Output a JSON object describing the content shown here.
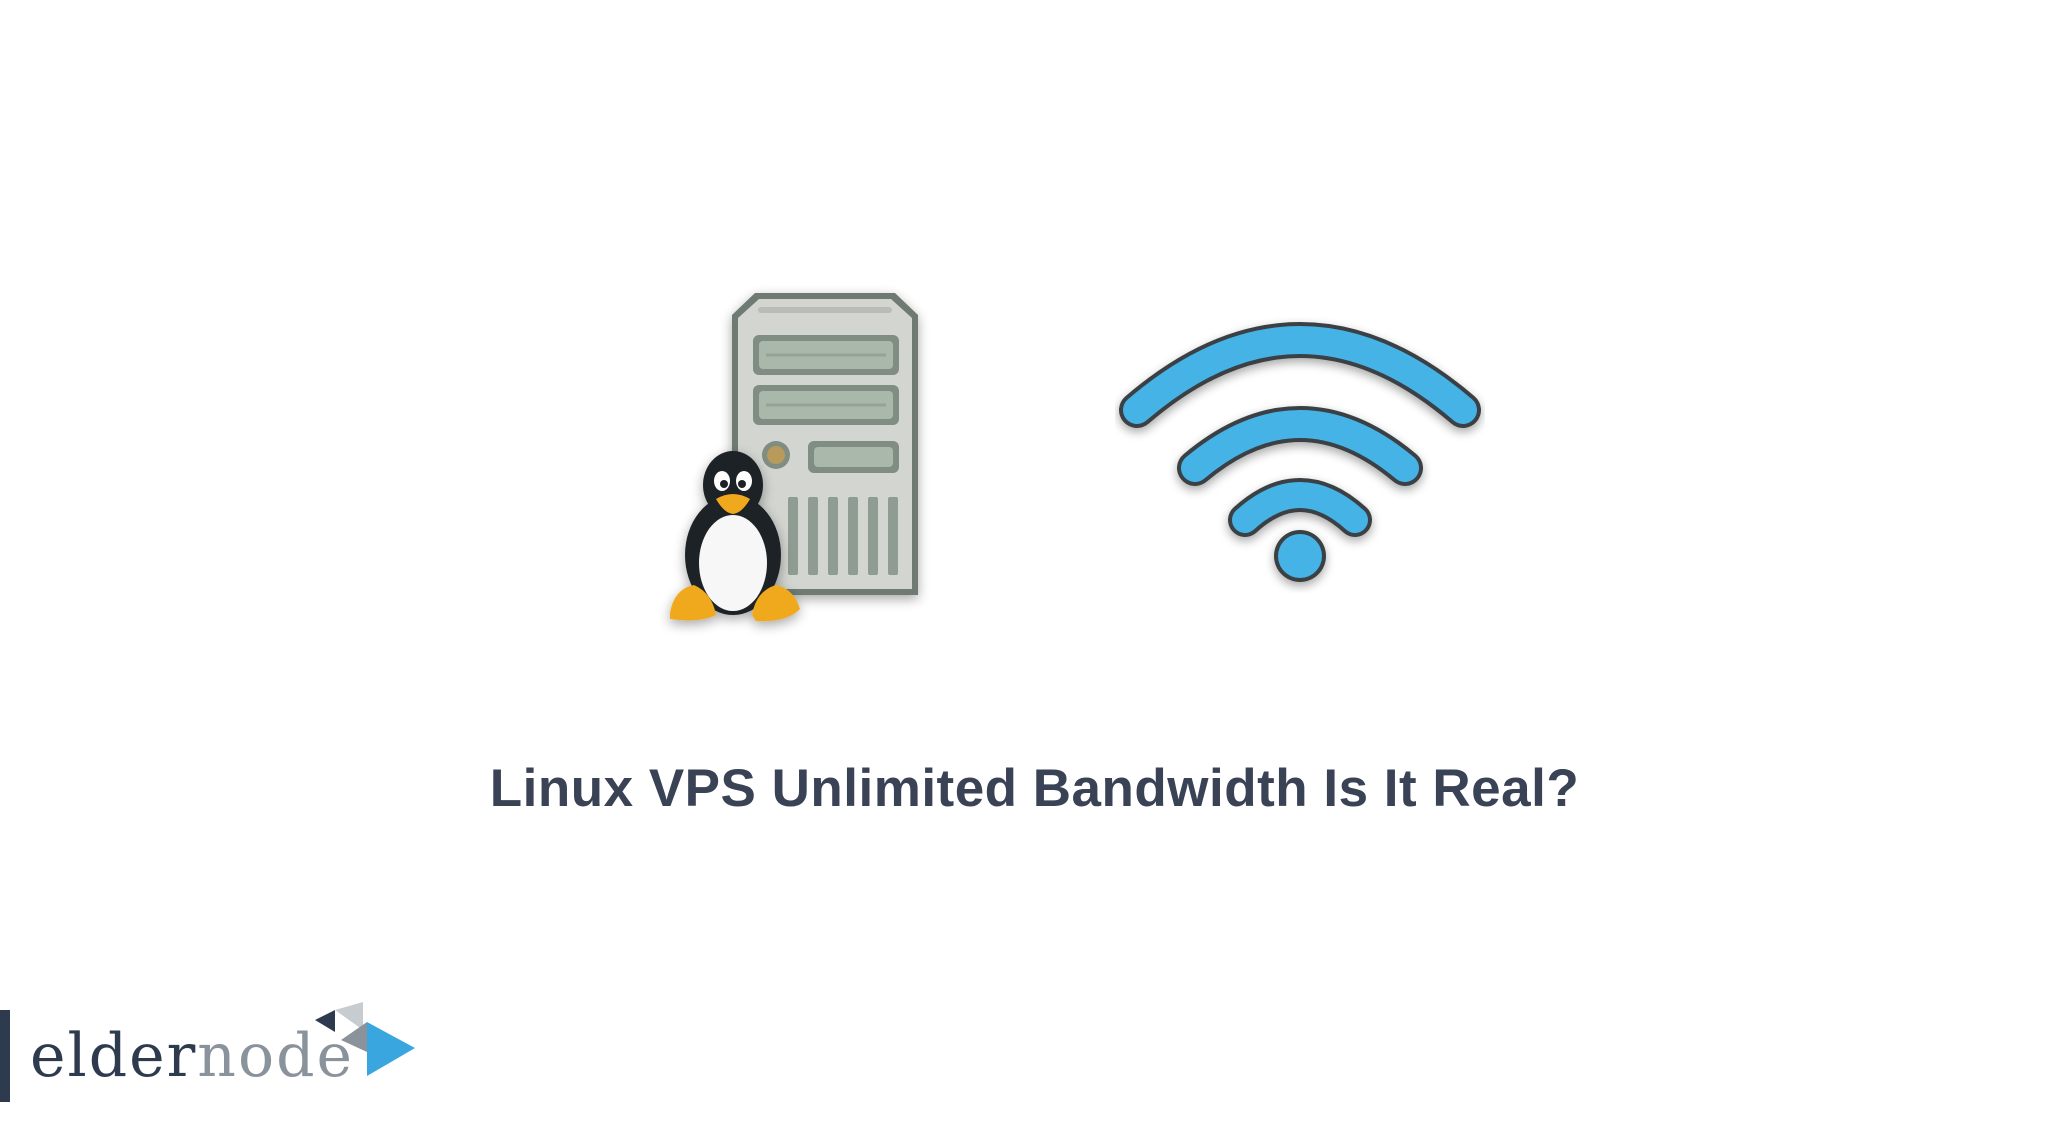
{
  "headline": "Linux VPS Unlimited Bandwidth Is It Real?",
  "brand": {
    "name_part1": "elder",
    "name_part2": "node"
  },
  "icons": {
    "server": "server-tower-icon",
    "penguin": "linux-penguin-icon",
    "wifi": "wifi-icon",
    "brand_mark": "play-triangles-icon"
  },
  "colors": {
    "headline": "#3a4255",
    "wifi": "#45b3e6",
    "server_body": "#c9cbc8",
    "server_panel": "#9fb0a2",
    "brand_dark": "#2e3a4d",
    "brand_gray": "#8a939c",
    "brand_blue": "#3aa6e0"
  }
}
